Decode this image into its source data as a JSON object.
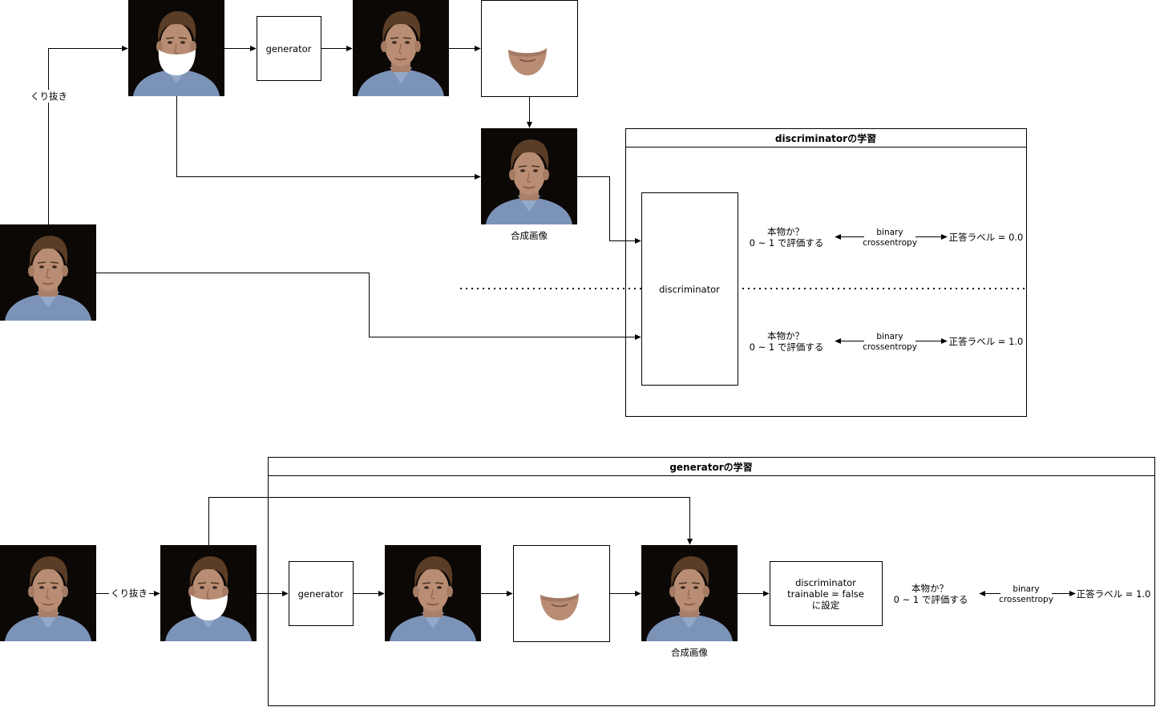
{
  "diagram": {
    "discriminator_section": {
      "title": "discriminatorの学習",
      "crop_label": "くり抜き",
      "generator_label": "generator",
      "composite_label": "合成画像",
      "discriminator_label": "discriminator",
      "fake_row": {
        "question_line1": "本物か？",
        "question_line2": "0 ~ 1 で評価する",
        "loss_line1": "binary",
        "loss_line2": "crossentropy",
        "target": "正答ラベル = 0.0"
      },
      "real_row": {
        "question_line1": "本物か？",
        "question_line2": "0 ~ 1 で評価する",
        "loss_line1": "binary",
        "loss_line2": "crossentropy",
        "target": "正答ラベル = 1.0"
      }
    },
    "generator_section": {
      "title": "generatorの学習",
      "crop_label": "くり抜き",
      "generator_label": "generator",
      "composite_label": "合成画像",
      "discriminator_line1": "discriminator",
      "discriminator_line2": "trainable = false",
      "discriminator_line3": "に設定",
      "question_line1": "本物か？",
      "question_line2": "0 ~ 1 で評価する",
      "loss_line1": "binary",
      "loss_line2": "crossentropy",
      "target": "正答ラベル = 1.0"
    },
    "colors": {
      "line": "#000000",
      "photo_background": "#0b0806",
      "face": "#b88d73",
      "hair": "#5a3d26",
      "shirt": "#7c93b8",
      "mask": "#ffffff"
    }
  }
}
